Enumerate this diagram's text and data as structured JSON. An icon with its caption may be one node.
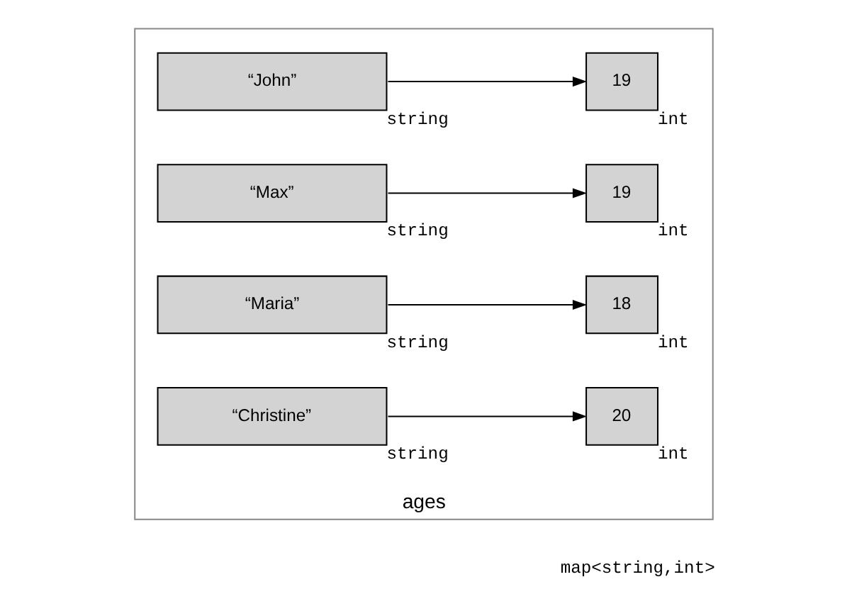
{
  "diagram": {
    "nodes": [
      {
        "text": [
          "ages"
        ],
        "beside": [
          "map<string,int>"
        ]
      },
      {
        "text": [
          "“John”"
        ],
        "in": 0,
        "beside": [
          "string"
        ]
      },
      {
        "text": [
          "19"
        ],
        "in": 0,
        "beside": [
          "int"
        ]
      },
      {
        "text": [
          "“Max”"
        ],
        "in": 0,
        "beside": [
          "string"
        ]
      },
      {
        "text": [
          "19"
        ],
        "in": 0,
        "beside": [
          "int"
        ]
      },
      {
        "text": [
          "“Christine”"
        ],
        "in": 0,
        "beside": [
          "string"
        ]
      },
      {
        "text": [
          "20"
        ],
        "in": 0,
        "beside": [
          "int"
        ]
      },
      {
        "text": [
          "“Maria”"
        ],
        "in": 0,
        "beside": [
          "string"
        ]
      },
      {
        "text": [
          "18"
        ],
        "in": 0,
        "beside": [
          "int"
        ]
      }
    ],
    "edges": [
      {
        "from": 1,
        "to": 2,
        "arrow": "to"
      },
      {
        "from": 3,
        "to": 4,
        "arrow": "to"
      },
      {
        "from": 5,
        "to": 6,
        "arrow": "to"
      },
      {
        "from": 7,
        "to": 8,
        "arrow": "to"
      }
    ]
  }
}
